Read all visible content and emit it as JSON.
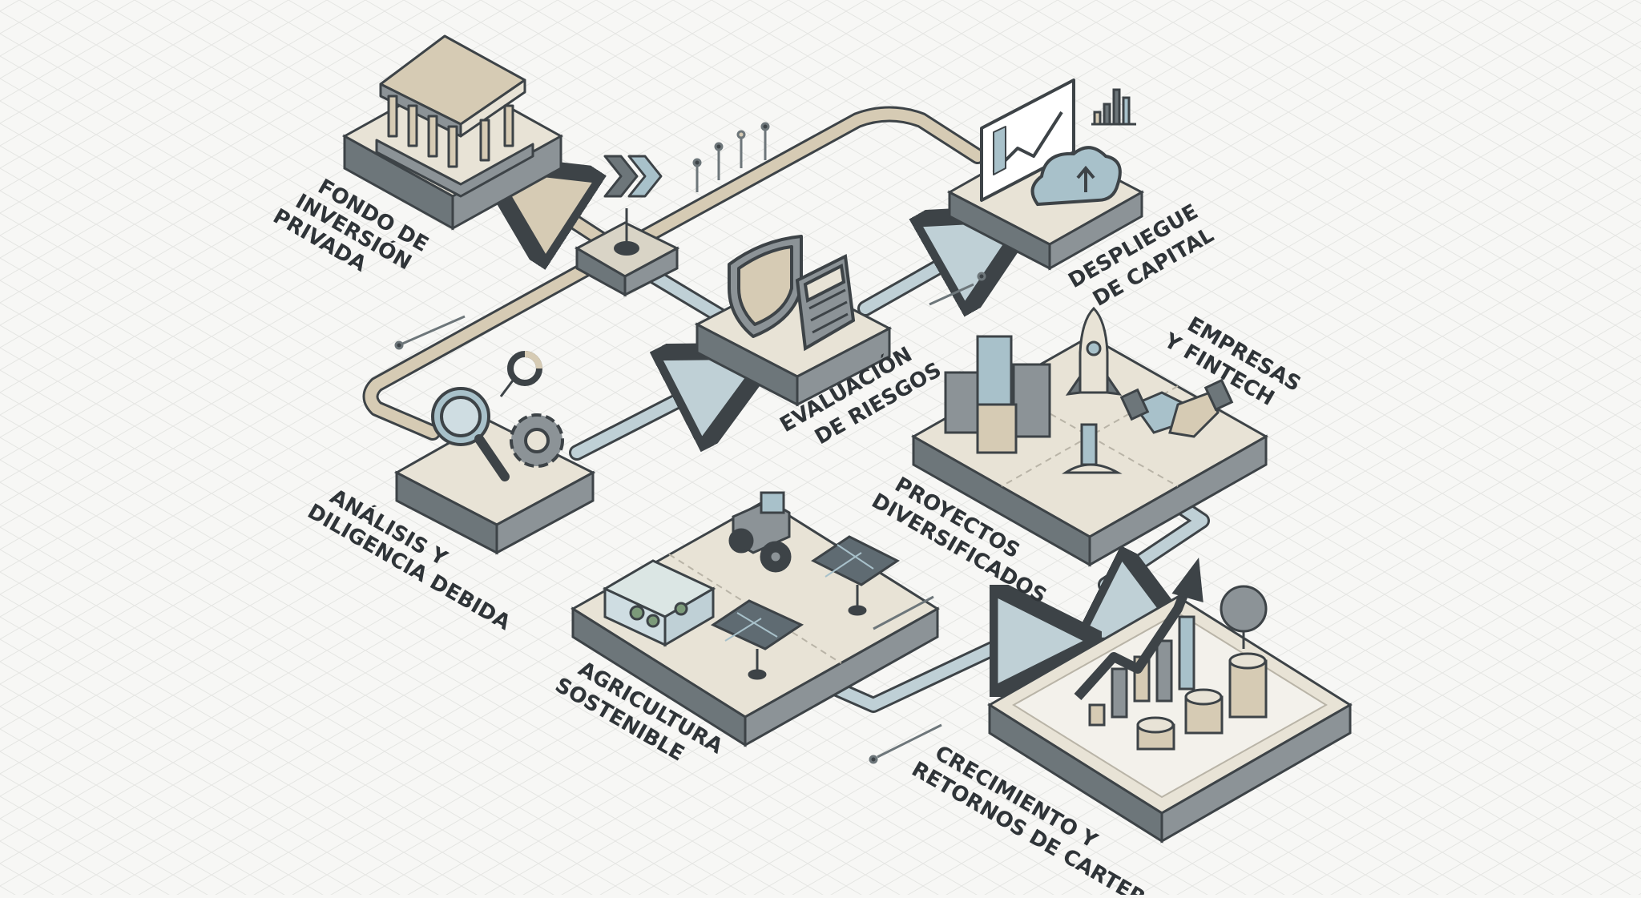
{
  "labels": {
    "fondo": [
      "FONDO DE",
      "INVERSIÓN",
      "PRIVADA"
    ],
    "analisis": [
      "ANÁLISIS Y",
      "DILIGENCIA DEBIDA"
    ],
    "evaluacion": [
      "EVALUACIÓN",
      "DE RIESGOS"
    ],
    "despliegue": [
      "DESPLIEGUE",
      "DE CAPITAL"
    ],
    "empresas": [
      "EMPRESAS",
      "Y FINTECH"
    ],
    "proyectos": [
      "PROYECTOS",
      "DIVERSIFICADOS"
    ],
    "agricultura": [
      "AGRICULTURA",
      "SOSTENIBLE"
    ],
    "crecimiento": [
      "CRECIMIENTO Y",
      "RETORNOS DE CARTERA"
    ]
  },
  "colors": {
    "background": "#f7f7f5",
    "grid": "#e4e5e2",
    "platform_top": "#e8e3d6",
    "platform_side": "#7f868a",
    "outline": "#3d4347",
    "path_beige": "#d6cbb4",
    "path_blue": "#bfd0d6",
    "icon_blue": "#a8c1ca",
    "icon_gray": "#6d767a"
  },
  "icons": [
    "bank-icon",
    "magnifier-icon",
    "gear-icon",
    "donut-icon",
    "shield-icon",
    "calculator-icon",
    "monitor-chart-icon",
    "cloud-upload-icon",
    "bar-chart-icon",
    "chevron-icon",
    "buildings-icon",
    "rocket-icon",
    "handshake-icon",
    "greenhouse-icon",
    "tractor-icon",
    "solar-panel-icon",
    "growth-chart-icon",
    "coins-icon",
    "tree-icon"
  ]
}
